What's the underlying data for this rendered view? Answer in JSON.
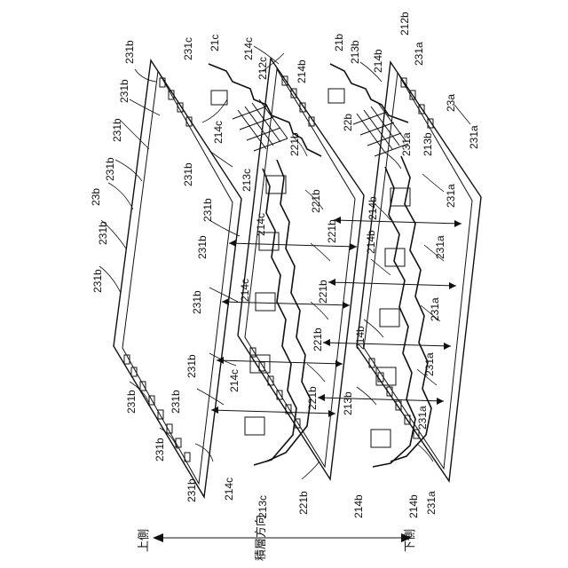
{
  "direction": {
    "upper": "上側",
    "lower": "下側",
    "axis": "積層方向"
  },
  "labels": {
    "l21c": "21c",
    "l21b": "21b",
    "l212c": "212c",
    "l212b": "212b",
    "l213b": "213b",
    "l213c": "213c",
    "l214b": "214b",
    "l214c": "214c",
    "l221b": "221b",
    "l22b": "22b",
    "l23a": "23a",
    "l23b": "23b",
    "l231a": "231a",
    "l231b": "231b",
    "l231c": "231c"
  }
}
